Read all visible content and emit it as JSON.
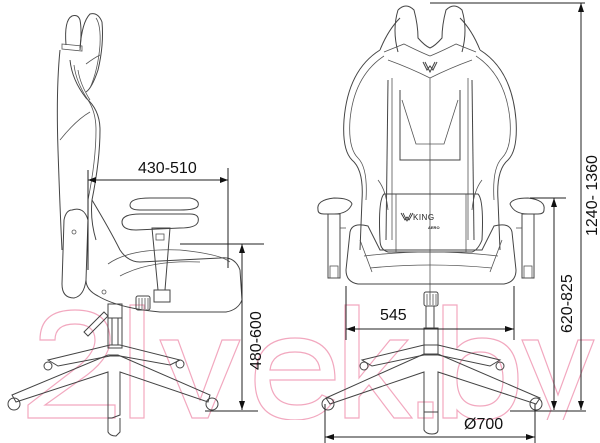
{
  "diagram": {
    "type": "technical-dimension-drawing",
    "subject": "gaming chair",
    "views": [
      "side-view",
      "front-view"
    ],
    "brand": {
      "logo_text": "KING",
      "logo_sub": "AERO"
    },
    "watermark": "2lvek.by",
    "colors": {
      "line": "#444444",
      "dimension": "#111111",
      "watermark": "#f2a8bf",
      "background": "#ffffff"
    }
  },
  "dimensions": {
    "seat_depth": {
      "label": "430-510",
      "orientation": "horizontal",
      "view": "side"
    },
    "seat_height": {
      "label": "480-600",
      "orientation": "vertical",
      "view": "side"
    },
    "seat_width": {
      "label": "545",
      "orientation": "horizontal",
      "view": "front"
    },
    "armrest_height": {
      "label": "620-825",
      "orientation": "vertical",
      "view": "front"
    },
    "total_height": {
      "label": "1240- 1360",
      "orientation": "vertical",
      "view": "front"
    },
    "base_diameter": {
      "label": "Ø700",
      "orientation": "horizontal",
      "view": "front"
    }
  }
}
